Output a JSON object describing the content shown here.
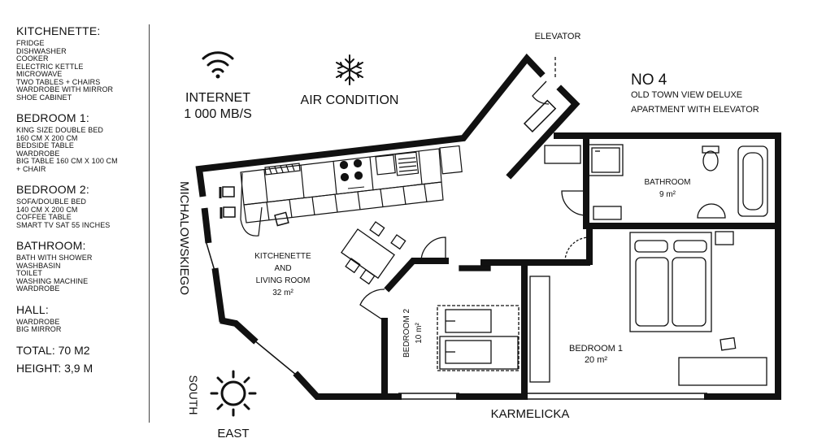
{
  "legend": {
    "sections": [
      {
        "heading": "KITCHENETTE:",
        "items": [
          "FRIDGE",
          "DISHWASHER",
          "COOKER",
          "ELECTRIC KETTLE",
          "MICROWAVE",
          "TWO TABLES + CHAIRS",
          "WARDROBE WITH MIRROR",
          "SHOE CABINET"
        ]
      },
      {
        "heading": "BEDROOM 1:",
        "items": [
          "KING SIZE DOUBLE BED",
          "160 CM X 200 CM",
          "BEDSIDE TABLE",
          "WARDROBE",
          "BIG TABLE 160 CM X 100 CM",
          "+ CHAIR"
        ]
      },
      {
        "heading": "BEDROOM 2:",
        "items": [
          "SOFA/DOUBLE BED",
          "140 CM X 200 CM",
          "COFFEE TABLE",
          "SMART TV SAT 55 INCHES"
        ]
      },
      {
        "heading": "BATHROOM:",
        "items": [
          "BATH WITH SHOWER",
          "WASHBASIN",
          "TOILET",
          "WASHING MACHINE",
          "WARDROBE"
        ]
      },
      {
        "heading": "HALL:",
        "items": [
          "WARDROBE",
          "BIG MIRROR"
        ]
      }
    ],
    "total": "TOTAL: 70 M2",
    "height": "HEIGHT: 3,9 M"
  },
  "amenities": {
    "internet_line1": "INTERNET",
    "internet_line2": "1 000 MB/S",
    "air": "AIR CONDITION",
    "wifi_icon": "wifi-icon",
    "snowflake_icon": "snowflake-icon",
    "sun_icon": "sun-icon"
  },
  "title": {
    "number": "NO 4",
    "line1": "OLD TOWN VIEW DELUXE",
    "line2": "APARTMENT WITH ELEVATOR"
  },
  "labels": {
    "elevator": "ELEVATOR",
    "street_left": "MICHALOWSKIEGO",
    "street_bottom": "KARMELICKA",
    "south": "SOUTH",
    "east": "EAST"
  },
  "rooms": {
    "living": {
      "l1": "KITCHENETTE",
      "l2": "AND",
      "l3": "LIVING ROOM",
      "area": "32 m²"
    },
    "bathroom": {
      "name": "BATHROOM",
      "area": "9 m²"
    },
    "bedroom1": {
      "name": "BEDROOM 1",
      "area": "20 m²"
    },
    "bedroom2": {
      "name": "BEDROOM 2",
      "area": "10 m²"
    }
  }
}
